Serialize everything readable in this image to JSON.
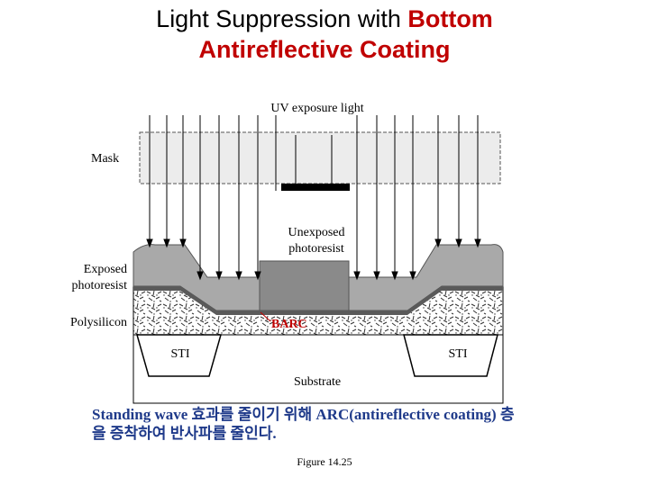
{
  "title": {
    "line1_black": "Light Suppression with ",
    "line1_red": "Bottom",
    "line2_red": "Antireflective Coating"
  },
  "diagram": {
    "uv_label": "UV exposure light",
    "mask_label": "Mask",
    "unexposed_line1": "Unexposed",
    "unexposed_line2": "photoresist",
    "exposed_line1": "Exposed",
    "exposed_line2": "photoresist",
    "polysilicon_label": "Polysilicon",
    "barc_label": "BARC",
    "sti_left": "STI",
    "sti_right": "STI",
    "substrate_label": "Substrate"
  },
  "caption": {
    "line1": "Standing wave 효과를 줄이기 위해 ARC(antireflective coating) 층",
    "line2": "을 증착하여 반사파를 줄인다."
  },
  "figure_label": "Figure 14.25",
  "colors": {
    "title_red": "#c00000",
    "caption_blue": "#1f3a8a",
    "barc_red": "#c00000",
    "photoresist_gray": "#a9a9a9",
    "unexposed_gray": "#8a8a8a",
    "mask_fill": "#ececec"
  }
}
